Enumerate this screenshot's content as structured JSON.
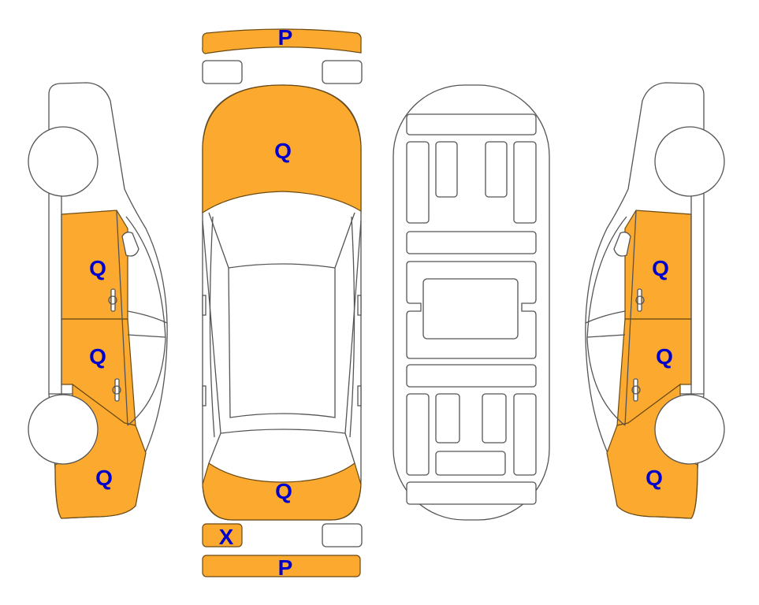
{
  "colors": {
    "damaged": "#FBA92F",
    "label": "#0000CC",
    "outline": "#555555"
  },
  "zones": {
    "front_bumper": {
      "code": "P"
    },
    "hood": {
      "code": "Q"
    },
    "trunk": {
      "code": "Q"
    },
    "rear_left_light": {
      "code": "X"
    },
    "rear_bumper": {
      "code": "P"
    },
    "left_front_door": {
      "code": "Q"
    },
    "left_rear_door": {
      "code": "Q"
    },
    "left_rear_quarter": {
      "code": "Q"
    },
    "right_front_door": {
      "code": "Q"
    },
    "right_rear_door": {
      "code": "Q"
    },
    "right_rear_quarter": {
      "code": "Q"
    }
  }
}
